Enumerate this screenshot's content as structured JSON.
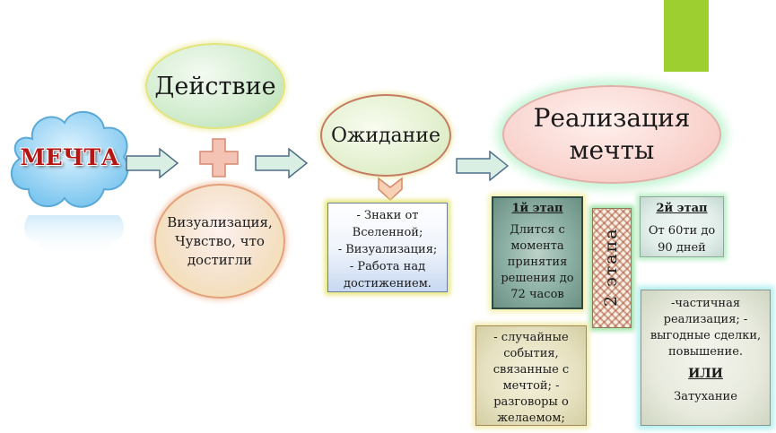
{
  "dream": {
    "label": "МЕЧТА"
  },
  "action": {
    "label": "Действие"
  },
  "visualization": {
    "text": "Визуализация, Чувство, что достигли"
  },
  "waiting": {
    "label": "Ожидание",
    "items": [
      "- Знаки от Вселенной;",
      "- Визуализация;",
      "- Работа над достижением."
    ]
  },
  "realization": {
    "line1": "Реализация",
    "line2": "мечты"
  },
  "stage1": {
    "title": "1й этап",
    "text": "Длится с момента принятия решения до 72 часов"
  },
  "stage2_vertical": {
    "label": "2 этапа"
  },
  "stage2": {
    "title": "2й этап",
    "text": "От 60ти до 90 дней"
  },
  "events": {
    "text": "- случайные события, связанные с мечтой; - разговоры о желаемом;"
  },
  "result": {
    "text": "-частичная реализация; - выгодные сделки, повышение.",
    "or_label": "ИЛИ",
    "fade": "Затухание"
  },
  "colors": {
    "accent": "#9ccf2f",
    "dream_text": "#b41515",
    "arrow_fill": "#d9efe4",
    "arrow_stroke": "#4f6e8a",
    "plus_fill": "#f4c3b3"
  }
}
